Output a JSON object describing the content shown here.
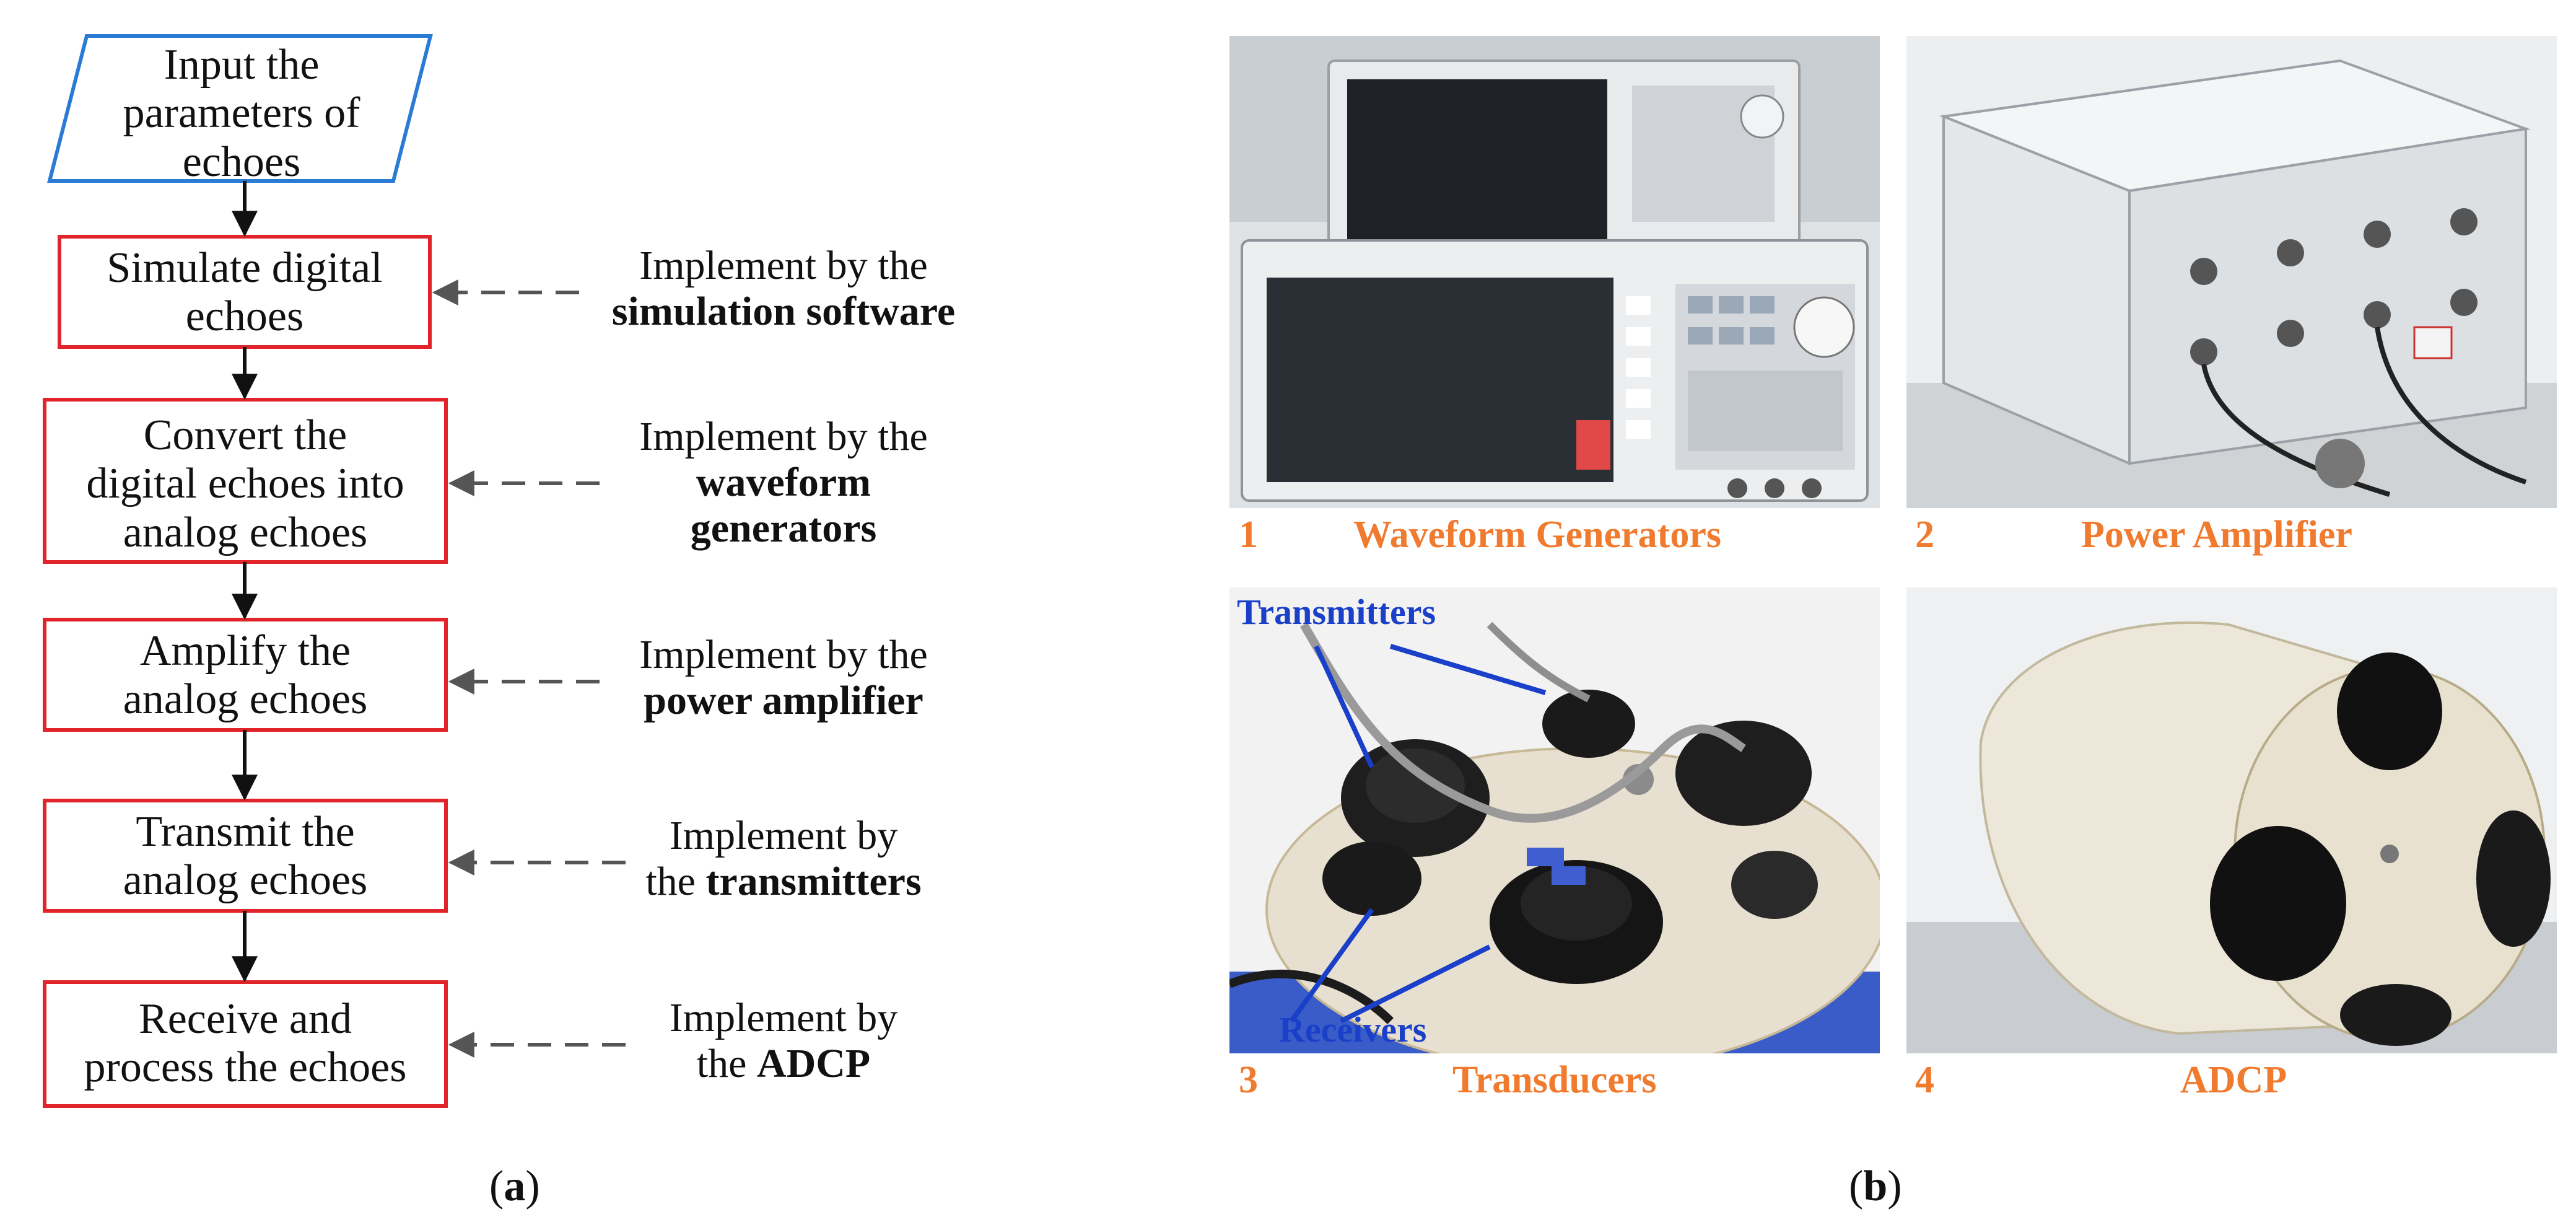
{
  "flowchart": {
    "input_box": {
      "lines": [
        "Input the",
        "parameters of",
        "echoes"
      ],
      "border_color": "#2a7bd4"
    },
    "steps": [
      {
        "lines": [
          "Simulate digital",
          "echoes"
        ],
        "note_plain": "Implement by the",
        "note_bold": "simulation software"
      },
      {
        "lines": [
          "Convert the",
          "digital echoes into",
          "analog echoes"
        ],
        "note_plain": "Implement by the",
        "note_bold_lines": [
          "waveform",
          "generators"
        ]
      },
      {
        "lines": [
          "Amplify the",
          "analog echoes"
        ],
        "note_plain": "Implement by the",
        "note_bold": "power amplifier"
      },
      {
        "lines": [
          "Transmit the",
          "analog echoes"
        ],
        "note_plain": "Implement by",
        "note_prefix": "the ",
        "note_bold": "transmitters"
      },
      {
        "lines": [
          "Receive and",
          "process the echoes"
        ],
        "note_plain": "Implement by",
        "note_prefix": "the ",
        "note_bold": "ADCP"
      }
    ],
    "step_border_color": "#e0242a"
  },
  "photos": [
    {
      "number": "1",
      "title": "Waveform Generators"
    },
    {
      "number": "2",
      "title": "Power Amplifier"
    },
    {
      "number": "3",
      "title": "Transducers",
      "labels": {
        "transmitters": "Transmitters",
        "receivers": "Receivers"
      }
    },
    {
      "number": "4",
      "title": "ADCP"
    }
  ],
  "captions": {
    "a": "a",
    "b": "b"
  },
  "colors": {
    "photo_caption": "#f07a2e",
    "photo_label": "#1a3fc8",
    "arrow": "#111111",
    "dashed": "#555555"
  }
}
